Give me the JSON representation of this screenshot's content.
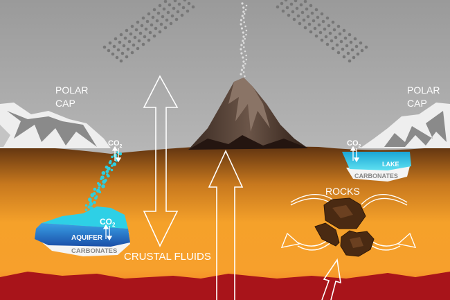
{
  "labels": {
    "polar_cap_left": [
      "POLAR",
      "CAP"
    ],
    "polar_cap_right": [
      "POLAR",
      "CAP"
    ],
    "co2_surface_left": {
      "base": "CO",
      "sub": "2"
    },
    "co2_surface_right": {
      "base": "CO",
      "sub": "2"
    },
    "co2_aquifer": {
      "base": "CO",
      "sub": "2"
    },
    "aquifer": "AQUIFER",
    "aquifer_carbonates": "CARBONATES",
    "lake": "LAKE",
    "lake_carbonates": "CARBONATES",
    "rocks": "ROCKS",
    "crustal_fluids": "CRUSTAL FLUIDS"
  },
  "colors": {
    "sky": "#a9a9a9",
    "crust_top": "#6a3b12",
    "crust_mid": "#f5a12a",
    "mantle": "#a8141a",
    "water": "#29c6dc",
    "aquifer_deep": "#1e5fb8",
    "rock": "#4a2a12"
  }
}
